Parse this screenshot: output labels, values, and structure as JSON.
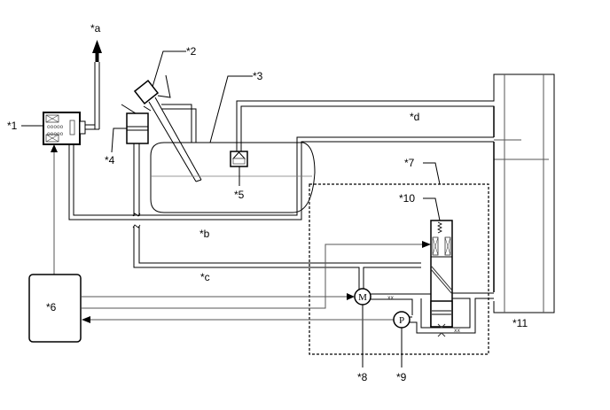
{
  "diagram": {
    "title": "Evaporative emission system schematic",
    "callouts": {
      "c1": "*1",
      "c2": "*2",
      "c3": "*3",
      "c4": "*4",
      "c5": "*5",
      "c6": "*6",
      "c7": "*7",
      "c8": "*8",
      "c9": "*9",
      "c10": "*10",
      "c11": "*11"
    },
    "pipe_labels": {
      "a": "*a",
      "b": "*b",
      "c": "*c",
      "d": "*d"
    },
    "symbols": {
      "motor": "M",
      "pump": "P"
    }
  }
}
